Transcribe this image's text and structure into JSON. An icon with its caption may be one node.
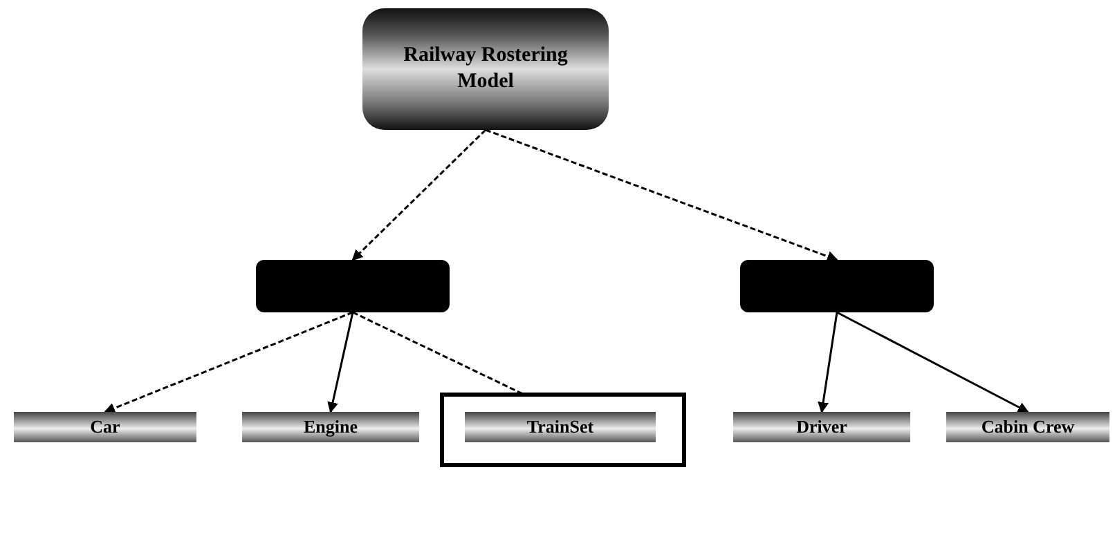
{
  "diagram": {
    "nodes": [
      {
        "text": [
          "Railway Rostering Model"
        ]
      },
      {
        "text": [],
        "shape": "box"
      },
      {
        "text": [],
        "shape": "box"
      },
      {
        "text": [
          "Car"
        ]
      },
      {
        "text": [
          "Engine"
        ]
      },
      {
        "text": [],
        "shape": "box"
      },
      {
        "text": [
          "TrainSet"
        ],
        "in": 5
      },
      {
        "text": [
          "Driver"
        ]
      },
      {
        "text": [
          "Cabin Crew"
        ]
      }
    ],
    "edges": [
      {
        "from": 0,
        "to": 1,
        "arrow": "to",
        "style": "dashed"
      },
      {
        "from": 0,
        "to": 2,
        "arrow": "to",
        "style": "dashed"
      },
      {
        "from": 1,
        "to": 3,
        "arrow": "to",
        "style": "dashed"
      },
      {
        "from": 1,
        "to": 4,
        "arrow": "to"
      },
      {
        "from": 1,
        "to": 6,
        "arrow": "to",
        "style": "dashed"
      },
      {
        "from": 2,
        "to": 7,
        "arrow": "to"
      },
      {
        "from": 2,
        "to": 8,
        "arrow": "to"
      }
    ]
  }
}
